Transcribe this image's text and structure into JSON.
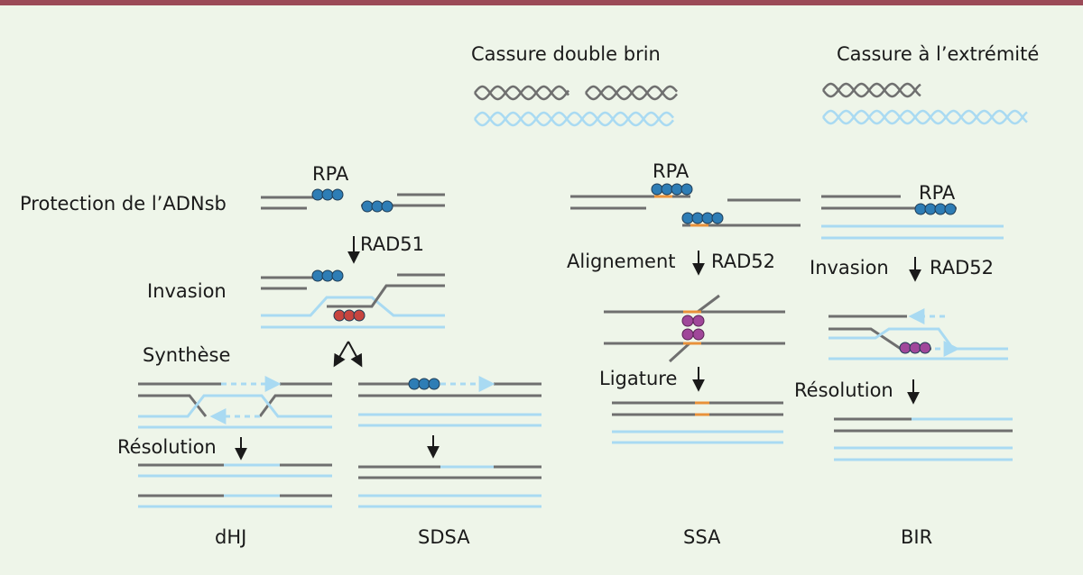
{
  "colors": {
    "background": "#eef5e9",
    "top_bar": "#9b4a57",
    "dna_dark": "#6f6f6f",
    "dna_light": "#a9daf2",
    "rpa": "#2e7db5",
    "rad51": "#c8453f",
    "rad52": "#a0479a",
    "junction": "#e8913a"
  },
  "headers": {
    "double_break": "Cassure double brin",
    "end_break": "Cassure à l’extrémité"
  },
  "labels": {
    "protection": "Protection de l’ADNsb",
    "rpa_1": "RPA",
    "rpa_2": "RPA",
    "rpa_3": "RPA",
    "rad51": "RAD51",
    "invasion_1": "Invasion",
    "synthese": "Synthèse",
    "resolution_1": "Résolution",
    "alignement": "Alignement",
    "rad52_1": "RAD52",
    "ligature": "Ligature",
    "invasion_2": "Invasion",
    "rad52_2": "RAD52",
    "resolution_2": "Résolution"
  },
  "pathways": {
    "dhj": "dHJ",
    "sdsa": "SDSA",
    "ssa": "SSA",
    "bir": "BIR"
  }
}
